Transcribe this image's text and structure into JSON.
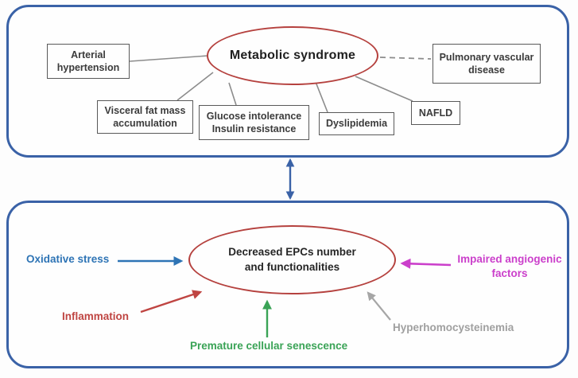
{
  "figure": {
    "type": "flow-diagram",
    "description_visible": false
  },
  "colors": {
    "panel_border": "#3a62a7",
    "ellipse_border": "#b5413e",
    "box_border": "#595959",
    "connector_gray": "#8c8c8c",
    "inter_panel_arrow": "#3a62a7",
    "factor_blue": "#2e74b5",
    "factor_red": "#bf4542",
    "factor_green": "#3aa356",
    "factor_gray": "#a6a6a6",
    "factor_magenta": "#cb3fcb"
  },
  "top_panel": {
    "ellipse_label": "Metabolic syndrome",
    "boxes": [
      {
        "label": "Arterial hypertension",
        "link_style": "solid"
      },
      {
        "label": "Visceral fat mass accumulation",
        "link_style": "solid"
      },
      {
        "label": "Glucose intolerance Insulin resistance",
        "link_style": "solid"
      },
      {
        "label": "Dyslipidemia",
        "link_style": "solid"
      },
      {
        "label": "NAFLD",
        "link_style": "solid"
      },
      {
        "label": "Pulmonary vascular disease",
        "link_style": "dashed"
      }
    ]
  },
  "bottom_panel": {
    "ellipse_label": "Decreased EPCs number and functionalities",
    "factors": [
      {
        "label": "Oxidative stress",
        "color": "#2e74b5",
        "arrow_direction": "right"
      },
      {
        "label": "Inflammation",
        "color": "#bf4542",
        "arrow_direction": "up-right"
      },
      {
        "label": "Premature cellular senescence",
        "color": "#3aa356",
        "arrow_direction": "up"
      },
      {
        "label": "Hyperhomocysteinemia",
        "color": "#a6a6a6",
        "arrow_direction": "up-left"
      },
      {
        "label": "Impaired angiogenic factors",
        "color": "#cb3fcb",
        "arrow_direction": "left"
      }
    ]
  },
  "connector": {
    "type": "double-headed-arrow",
    "meaning": "bidirectional relation between panels"
  }
}
